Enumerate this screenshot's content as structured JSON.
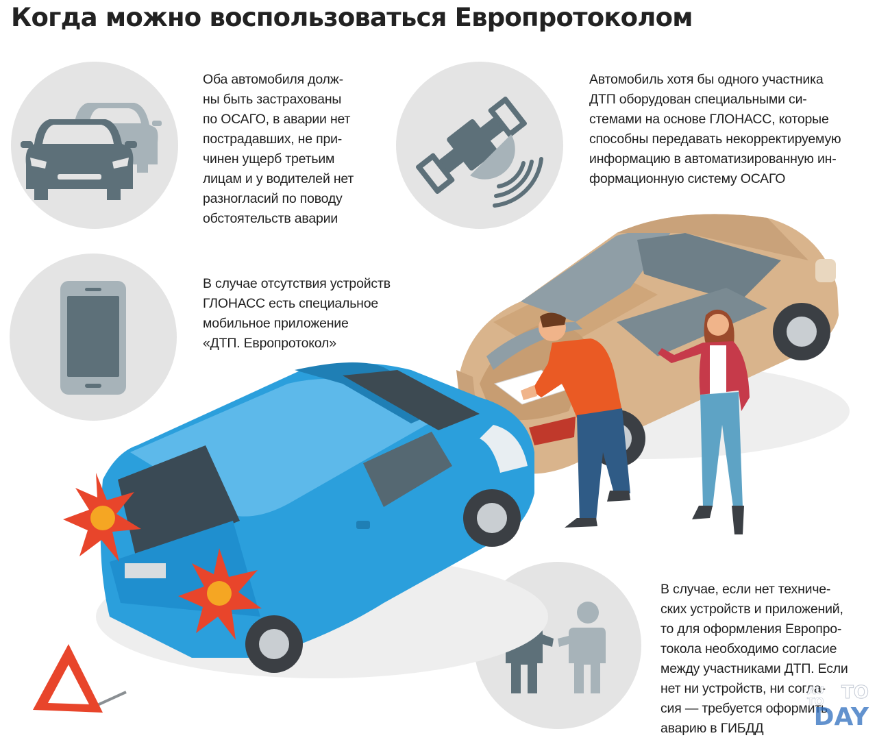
{
  "title": "Когда можно воспользоваться Европротоколом",
  "blocks": [
    {
      "id": "insurance",
      "icon": "cars-icon",
      "text": "Оба автомобиля долж-\nны быть застрахованы\nпо ОСАГО, в аварии нет\nпострадавших, не при-\nчинен ущерб третьим\nлицам и у водителей нет\nразногласий по поводу\nобстоятельств аварии"
    },
    {
      "id": "glonass",
      "icon": "satellite-icon",
      "text": "Автомобиль хотя бы одного участника\nДТП оборудован специальными си-\nстемами на основе ГЛОНАСС, которые\nспособны передавать некорректируемую\nинформацию в автоматизированную ин-\nформационную систему ОСАГО"
    },
    {
      "id": "app",
      "icon": "smartphone-icon",
      "text": "В случае отсутствия  устройств\nГЛОНАСС есть специальное\nмобильное приложение\n«ДТП. Европротокол»"
    },
    {
      "id": "agreement",
      "icon": "handshake-icon",
      "text": "В случае, если нет техниче-\nских устройств и приложений,\nто для оформления Европро-\nтокола необходимо согласие\nмежду участниками ДТП. Если\nнет ни устройств, ни согла-\nсия — требуется оформить\nаварию в ГИБДД"
    }
  ],
  "watermark": {
    "top": "TO",
    "side": "AU\nTO",
    "bottom": "DAY"
  },
  "colors": {
    "circle": "#e4e4e4",
    "icon": "#5d7079",
    "icon_light": "#a7b3b9",
    "van": "#2b9fdc",
    "sedan": "#d9b48c",
    "warning_triangle": "#e8452b"
  }
}
